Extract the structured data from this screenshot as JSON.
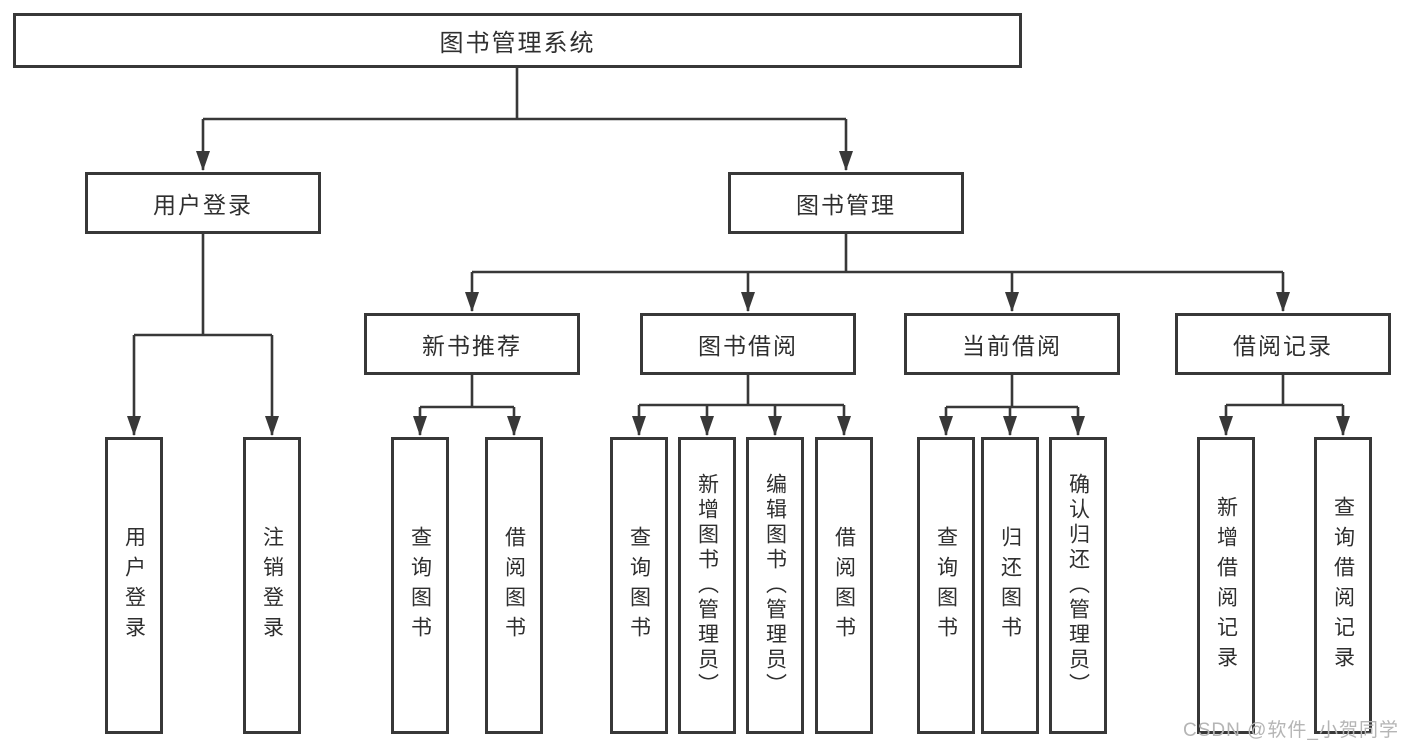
{
  "tree": {
    "root": {
      "label": "图书管理系统"
    },
    "branches": [
      {
        "label": "用户登录",
        "children": [
          {
            "label": "用户登录"
          },
          {
            "label": "注销登录"
          }
        ]
      },
      {
        "label": "图书管理",
        "children": [
          {
            "label": "新书推荐",
            "children": [
              {
                "label": "查询图书"
              },
              {
                "label": "借阅图书"
              }
            ]
          },
          {
            "label": "图书借阅",
            "children": [
              {
                "label": "查询图书"
              },
              {
                "label": "新增图书（管理员）"
              },
              {
                "label": "编辑图书（管理员）"
              },
              {
                "label": "借阅图书"
              }
            ]
          },
          {
            "label": "当前借阅",
            "children": [
              {
                "label": "查询图书"
              },
              {
                "label": "归还图书"
              },
              {
                "label": "确认归还（管理员）"
              }
            ]
          },
          {
            "label": "借阅记录",
            "children": [
              {
                "label": "新增借阅记录"
              },
              {
                "label": "查询借阅记录"
              }
            ]
          }
        ]
      }
    ]
  },
  "watermark": {
    "text": "CSDN @软件_小贺同学"
  },
  "colors": {
    "line": "#383838",
    "box_border": "#383838",
    "text": "#2f2f2f",
    "background": "#ffffff",
    "watermark": "#b5b5b5"
  }
}
